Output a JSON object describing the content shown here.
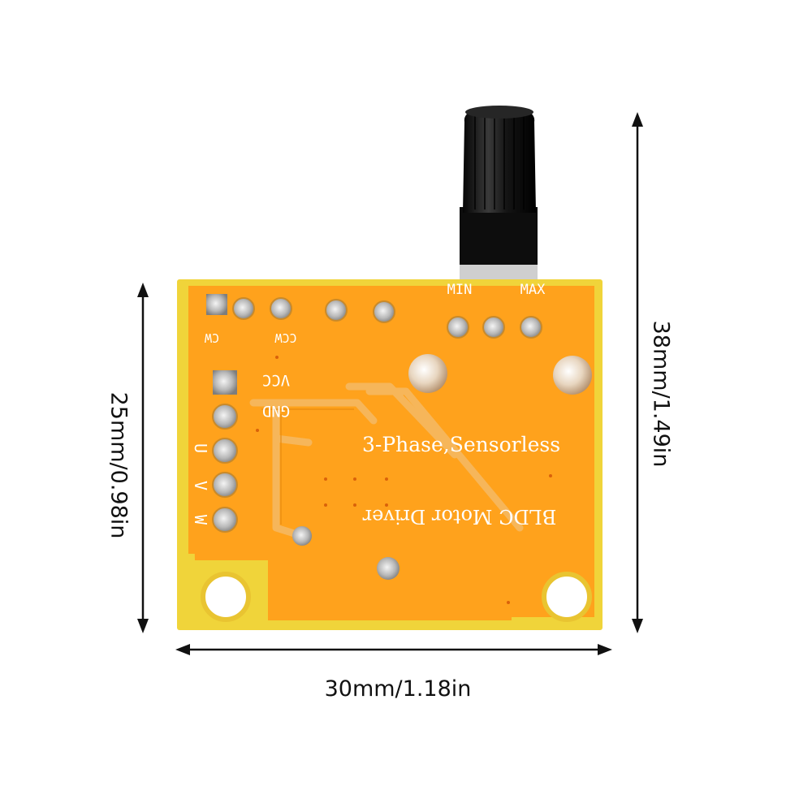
{
  "dimensions": {
    "width_label": "30mm/1.18in",
    "height_label": "25mm/0.98in",
    "total_height_label": "38mm/1.49in"
  },
  "board": {
    "title": "3-Phase,Sensorless",
    "subtitle": "BLDC Motor Driver",
    "labels": {
      "cw": "CW",
      "ccw": "CCW",
      "min": "MIN",
      "max": "MAX",
      "vcc": "VCC",
      "gnd": "GND",
      "u": "U",
      "v": "V",
      "w": "W"
    }
  },
  "colors": {
    "board": "#ffa21c",
    "board_edge": "#f5e04a",
    "silkscreen": "#ffffff",
    "knob": "#1a1a1a",
    "arrow": "#111111"
  }
}
